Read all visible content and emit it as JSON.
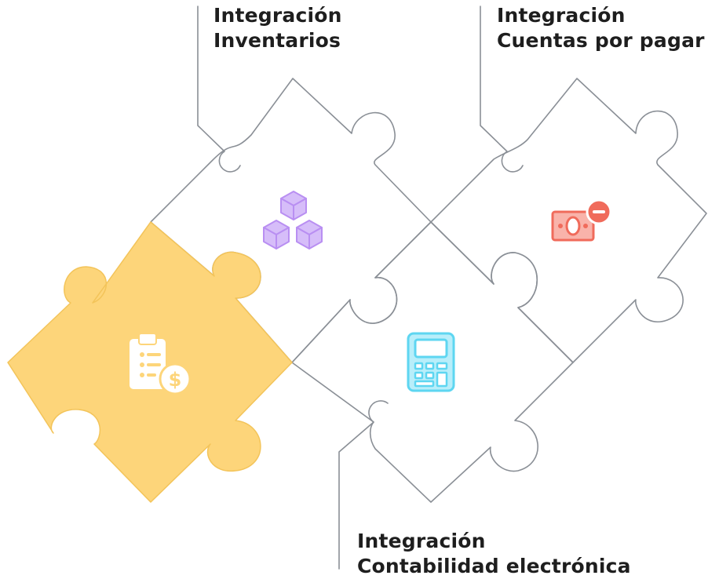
{
  "colors": {
    "outline": "#8a8f96",
    "highlight_fill": "#fdd57a",
    "highlight_stroke": "#f3c45a",
    "inventory_icon": "#b98ff2",
    "payables_icon": "#f06b5b",
    "accounting_icon": "#5ed6f1",
    "text": "#1e1e1e"
  },
  "labels": {
    "inventarios": {
      "line1": "Integración",
      "line2": "Inventarios"
    },
    "cuentas_por_pagar": {
      "line1": "Integración",
      "line2": "Cuentas por pagar"
    },
    "contabilidad": {
      "line1": "Integración",
      "line2": "Contabilidad electrónica"
    }
  },
  "icons": {
    "inventory": "cubes-icon",
    "payables": "banknote-minus-icon",
    "accounting": "calculator-icon",
    "center": "clipboard-dollar-icon"
  }
}
